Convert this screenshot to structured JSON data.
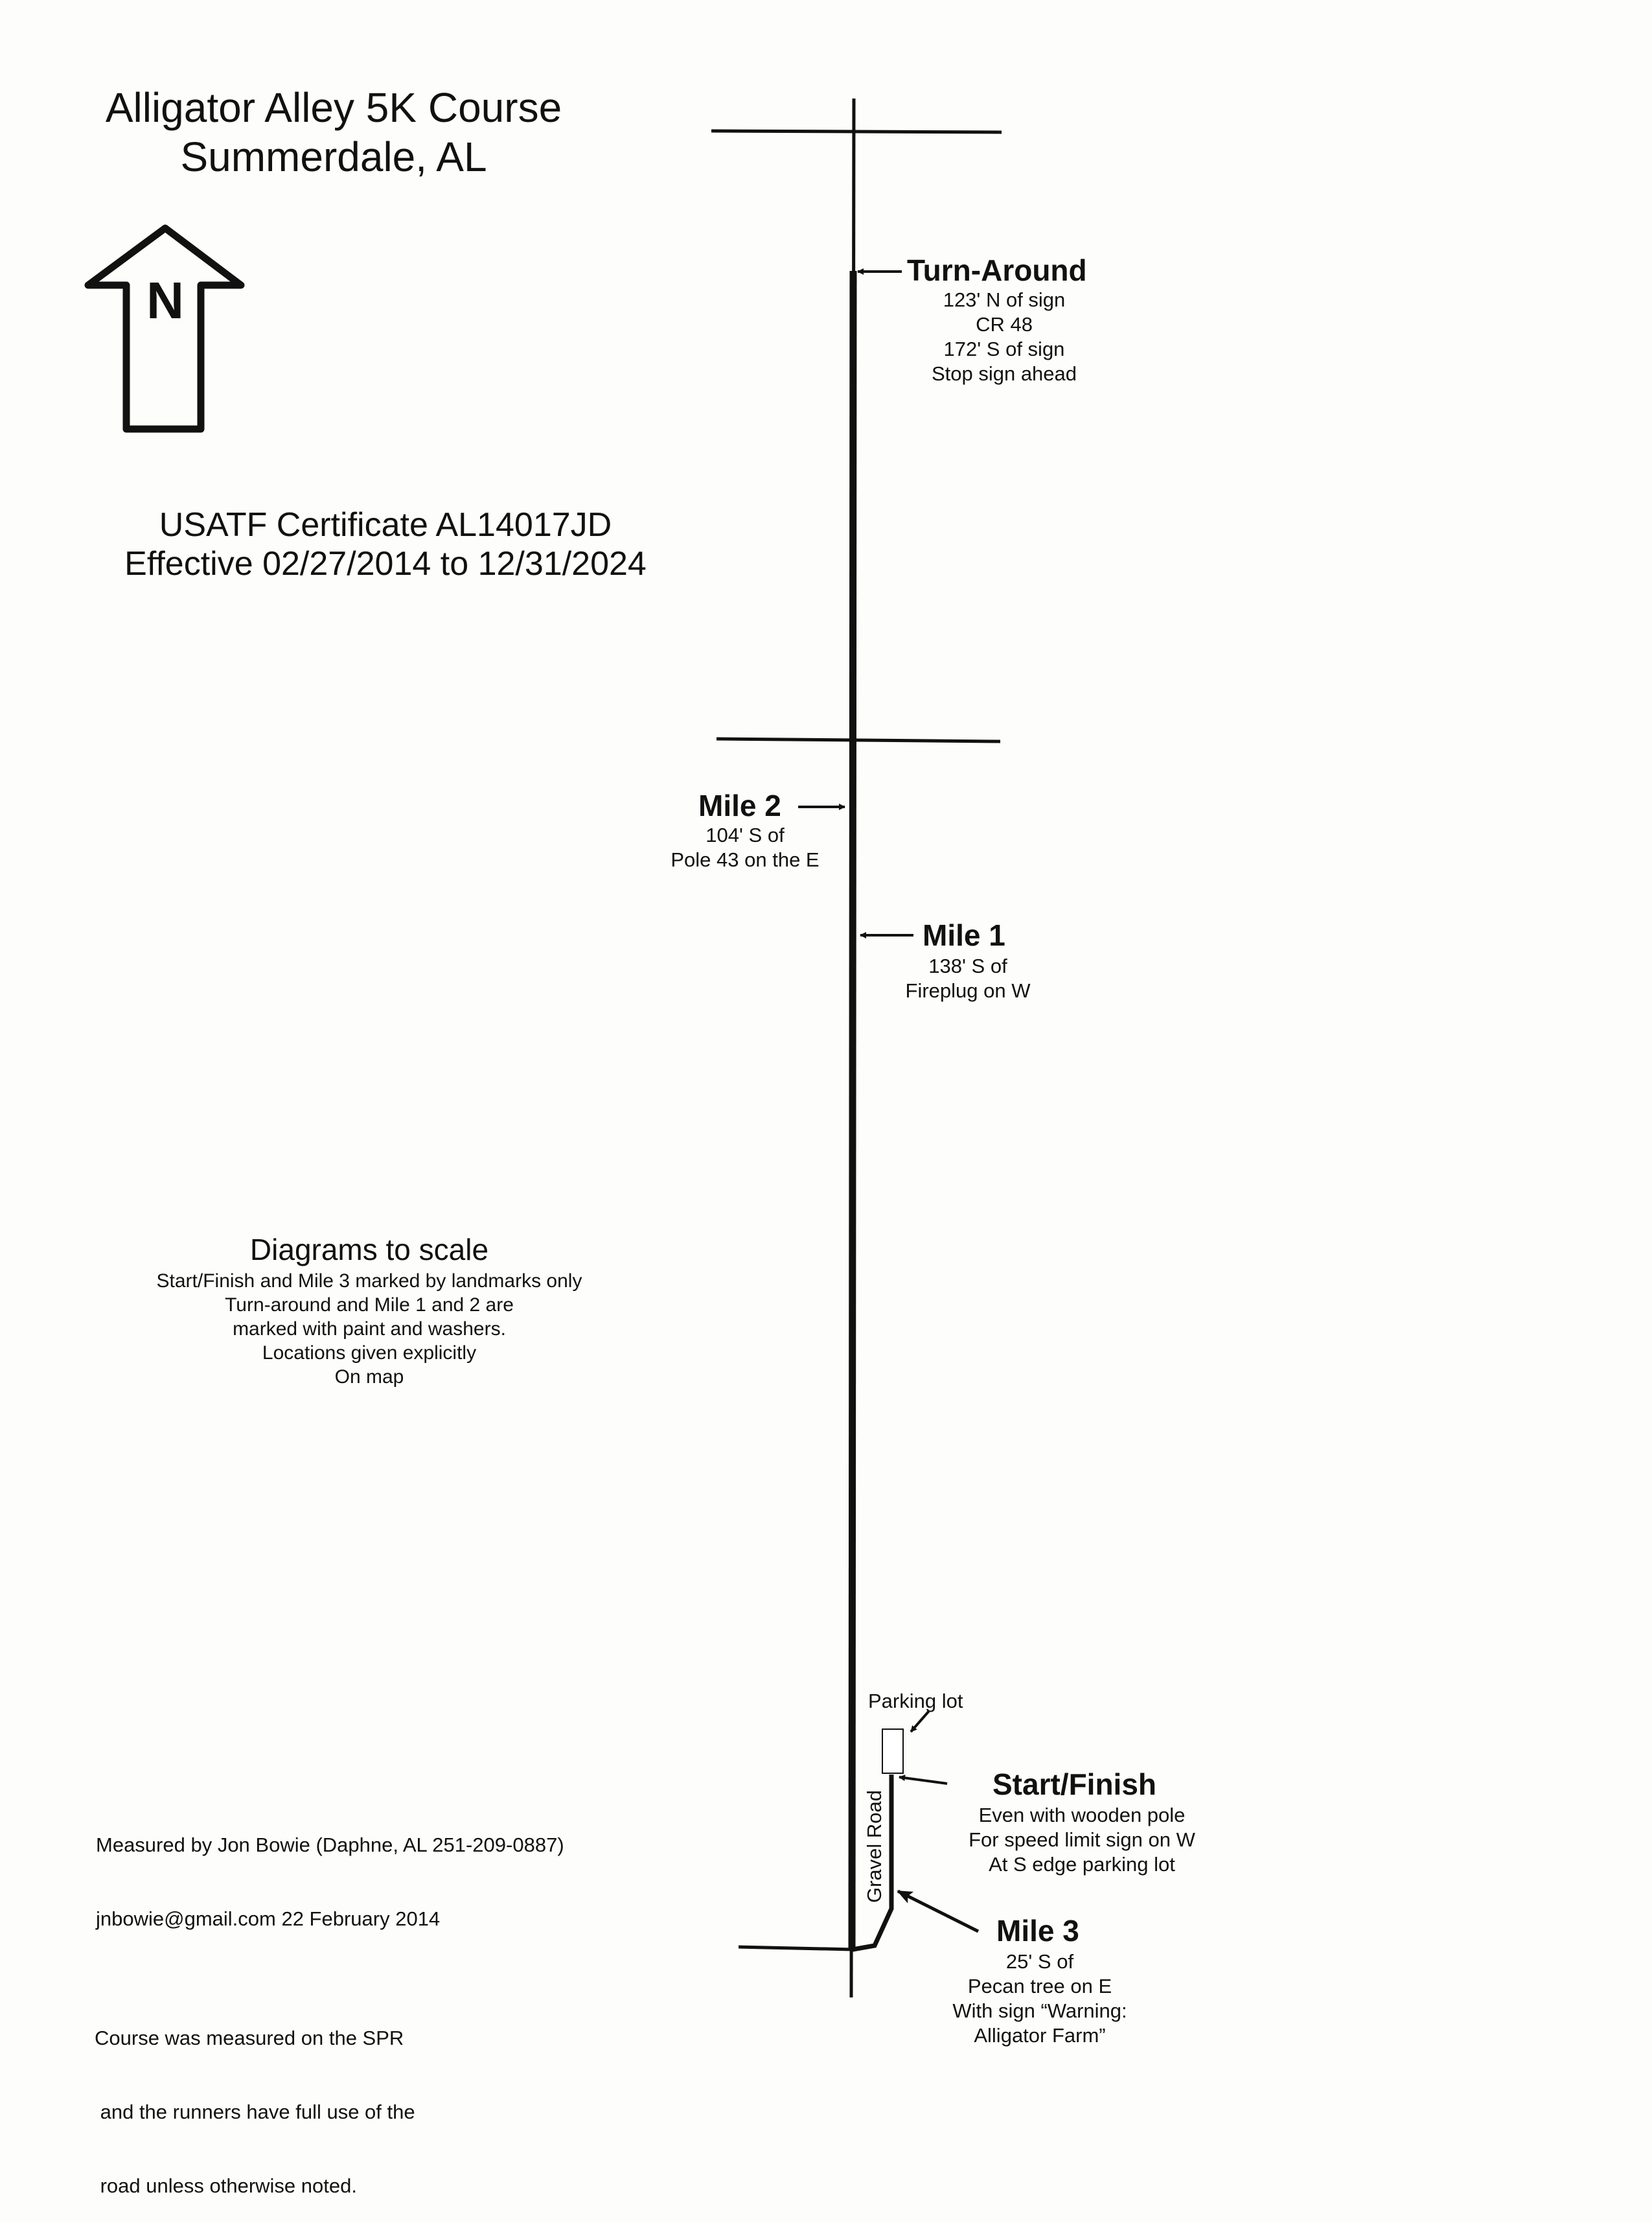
{
  "title": {
    "line1": "Alligator Alley 5K Course",
    "line2": "Summerdale, AL"
  },
  "north_arrow": {
    "label": "N",
    "icon": "north-arrow-icon"
  },
  "certificate": {
    "line1": "USATF Certificate AL14017JD",
    "line2": "Effective 02/27/2014 to 12/31/2024"
  },
  "scale_note": {
    "heading": "Diagrams to scale",
    "lines": [
      "Start/Finish and Mile 3 marked by landmarks only",
      "Turn-around and Mile 1 and 2 are",
      "marked with paint and washers.",
      "Locations given explicitly",
      "On map"
    ]
  },
  "measured_by": {
    "line1": "Measured by Jon Bowie (Daphne, AL 251-209-0887)",
    "line2": "jnbowie@gmail.com 22 February 2014"
  },
  "course_note": {
    "line1": "Course was measured on the SPR",
    "line2": " and the runners have full use of the",
    "line3": " road unless otherwise noted."
  },
  "markers": {
    "turnaround": {
      "heading": "Turn-Around",
      "details": [
        "123' N of sign",
        "CR 48",
        "172' S of sign",
        "Stop sign ahead"
      ]
    },
    "mile2": {
      "heading": "Mile 2",
      "details": [
        "104' S of",
        "Pole 43 on the E"
      ]
    },
    "mile1": {
      "heading": "Mile 1",
      "details": [
        "138' S of",
        "Fireplug on W"
      ]
    },
    "start_finish": {
      "heading": "Start/Finish",
      "details": [
        "Even with wooden pole",
        "For speed limit sign on W",
        "At S edge parking lot"
      ]
    },
    "mile3": {
      "heading": "Mile 3",
      "details": [
        "25' S of",
        "Pecan tree on E",
        "With sign “Warning:",
        "Alligator Farm”"
      ]
    }
  },
  "labels": {
    "parking_lot": "Parking lot",
    "gravel_road": "Gravel Road"
  }
}
